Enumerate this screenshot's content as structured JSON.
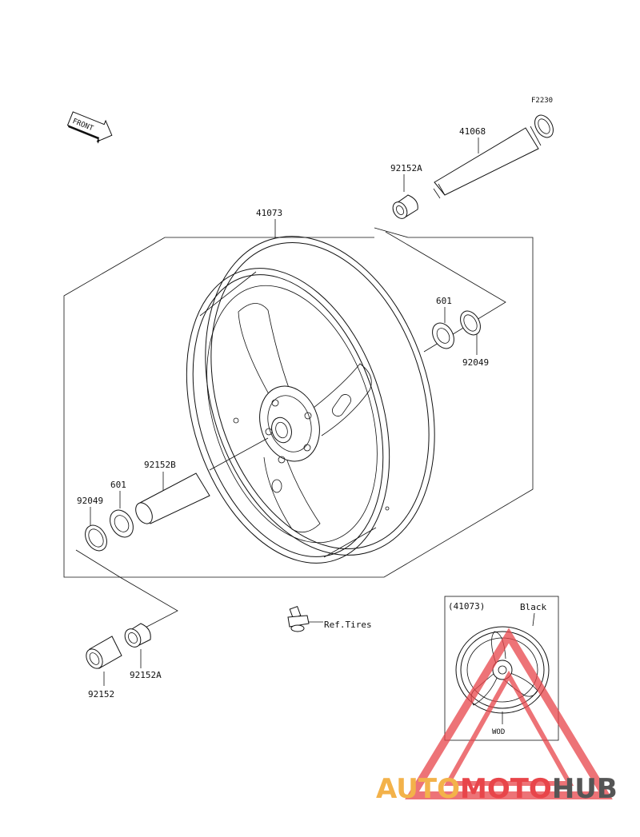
{
  "diagram": {
    "code": "F2230",
    "front_label": "FRONT",
    "parts": {
      "axle": "41068",
      "collar_right": "92152A",
      "wheel": "41073",
      "bearing_right": "601",
      "seal_right": "92049",
      "spacer": "92152B",
      "bearing_left": "601",
      "seal_left": "92049",
      "collar_left": "92152A",
      "collar_outer": "92152"
    },
    "valve_ref": "Ref.Tires",
    "inset": {
      "ref": "(41073)",
      "color": "Black",
      "code": "WOD"
    }
  },
  "watermark": {
    "part1": "AUTO",
    "part2": "MOTO",
    "part3": "HUB",
    "colors": {
      "auto": "#f3b24a",
      "moto": "#e8454a",
      "hub": "#555555",
      "triangle": "#e8454a"
    }
  }
}
